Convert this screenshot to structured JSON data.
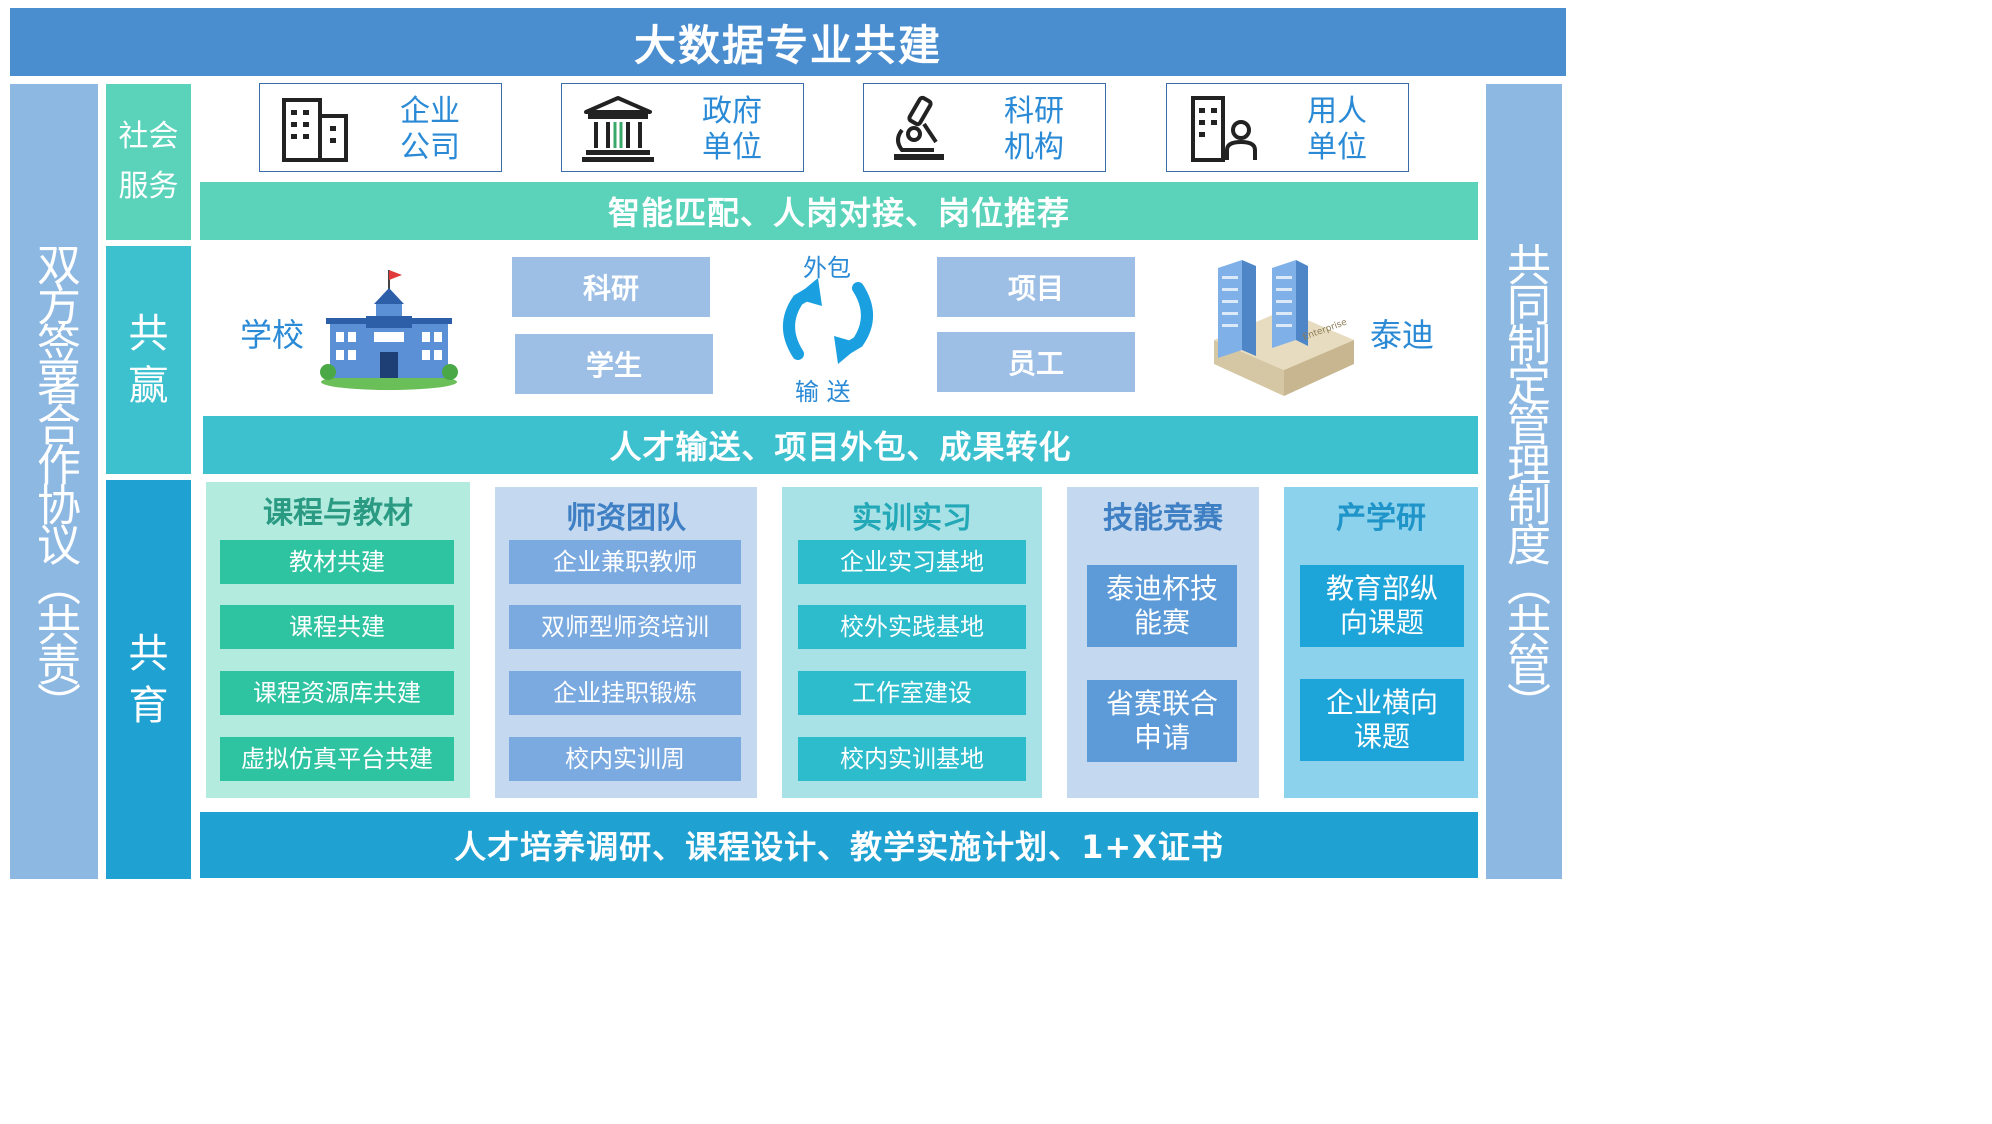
{
  "title": "大数据专业共建",
  "left_side": "双方签署合作协议（共责）",
  "right_side": "共同制定管理制度（共管）",
  "categories": {
    "social": "社会服务",
    "social_lines": [
      "社会",
      "服务"
    ],
    "win": "共赢",
    "win_lines": [
      "共",
      "赢"
    ],
    "edu": "共育",
    "edu_lines": [
      "共",
      "育"
    ]
  },
  "orgs": [
    {
      "name": "企业公司",
      "lines": [
        "企业",
        "公司"
      ],
      "icon": "office-building-icon"
    },
    {
      "name": "政府单位",
      "lines": [
        "政府",
        "单位"
      ],
      "icon": "government-building-icon"
    },
    {
      "name": "科研机构",
      "lines": [
        "科研",
        "机构"
      ],
      "icon": "microscope-icon"
    },
    {
      "name": "用人单位",
      "lines": [
        "用人",
        "单位"
      ],
      "icon": "employer-icon"
    }
  ],
  "bands": {
    "social": "智能匹配、人岗对接、岗位推荐",
    "win": "人才输送、项目外包、成果转化",
    "edu": "人才培养调研、课程设计、教学实施计划、1+X证书"
  },
  "win_section": {
    "school": "学校",
    "company": "泰迪",
    "school_items": [
      "科研",
      "学生"
    ],
    "company_items": [
      "项目",
      "员工"
    ],
    "flow_top": "外包",
    "flow_bottom": "输 送",
    "enterprise_sign": "Enterprise"
  },
  "columns": [
    {
      "title": "课程与教材",
      "items": [
        "教材共建",
        "课程共建",
        "课程资源库共建",
        "虚拟仿真平台共建"
      ]
    },
    {
      "title": "师资团队",
      "items": [
        "企业兼职教师",
        "双师型师资培训",
        "企业挂职锻炼",
        "校内实训周"
      ]
    },
    {
      "title": "实训实习",
      "items": [
        "企业实习基地",
        "校外实践基地",
        "工作室建设",
        "校内实训基地"
      ]
    },
    {
      "title": "技能竞赛",
      "items": [
        "泰迪杯技能赛",
        "省赛联合申请"
      ],
      "item_lines": [
        [
          "泰迪杯技",
          "能赛"
        ],
        [
          "省赛联合",
          "申请"
        ]
      ]
    },
    {
      "title": "产学研",
      "items": [
        "教育部纵向课题",
        "企业横向课题"
      ],
      "item_lines": [
        [
          "教育部纵",
          "向课题"
        ],
        [
          "企业横向",
          "课题"
        ]
      ]
    }
  ],
  "colors": {
    "title_bar": "#4a8ed0",
    "side_bars": "#8db8e2",
    "social": "#5ad3ba",
    "win": "#3ec1cf",
    "edu": "#1fa1d2",
    "text_blue": "#2a8ad6"
  }
}
